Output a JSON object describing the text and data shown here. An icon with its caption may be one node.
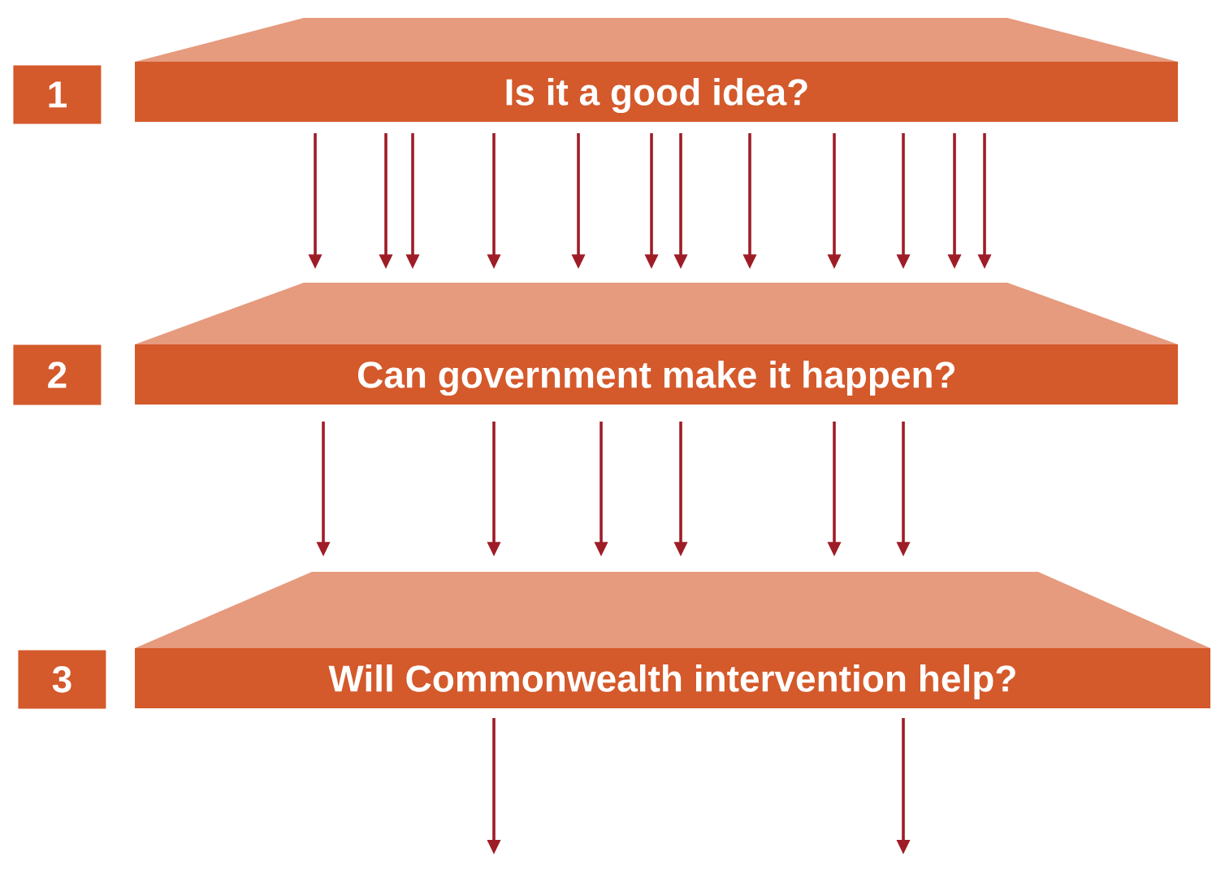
{
  "diagram": {
    "nodes": [
      {
        "text": [
          "1"
        ]
      },
      {
        "text": [
          "Is it a good idea?"
        ]
      },
      {
        "text": [
          "2"
        ]
      },
      {
        "text": [
          "Can government make it happen?"
        ]
      },
      {
        "text": [
          "3"
        ]
      },
      {
        "text": [
          "Will Commonwealth intervention help?"
        ]
      }
    ],
    "edges": [
      {
        "from": 1,
        "to": 3,
        "arrow": "to"
      },
      {
        "from": 1,
        "to": 3,
        "arrow": "to"
      },
      {
        "from": 1,
        "to": 3,
        "arrow": "to"
      },
      {
        "from": 1,
        "to": 3,
        "arrow": "to"
      },
      {
        "from": 1,
        "to": 3,
        "arrow": "to"
      },
      {
        "from": 1,
        "to": 3,
        "arrow": "to"
      },
      {
        "from": 1,
        "to": 3,
        "arrow": "to"
      },
      {
        "from": 1,
        "to": 3,
        "arrow": "to"
      },
      {
        "from": 1,
        "to": 3,
        "arrow": "to"
      },
      {
        "from": 1,
        "to": 3,
        "arrow": "to"
      },
      {
        "from": 1,
        "to": 3,
        "arrow": "to"
      },
      {
        "from": 1,
        "to": 3,
        "arrow": "to"
      },
      {
        "from": 3,
        "to": 5,
        "arrow": "to"
      },
      {
        "from": 3,
        "to": 5,
        "arrow": "to"
      },
      {
        "from": 3,
        "to": 5,
        "arrow": "to"
      },
      {
        "from": 3,
        "to": 5,
        "arrow": "to"
      },
      {
        "from": 3,
        "to": 5,
        "arrow": "to"
      },
      {
        "from": 3,
        "to": 5,
        "arrow": "to"
      },
      {
        "from": 5,
        "to": null,
        "arrow": "to"
      },
      {
        "from": 5,
        "to": null,
        "arrow": "to"
      }
    ]
  }
}
